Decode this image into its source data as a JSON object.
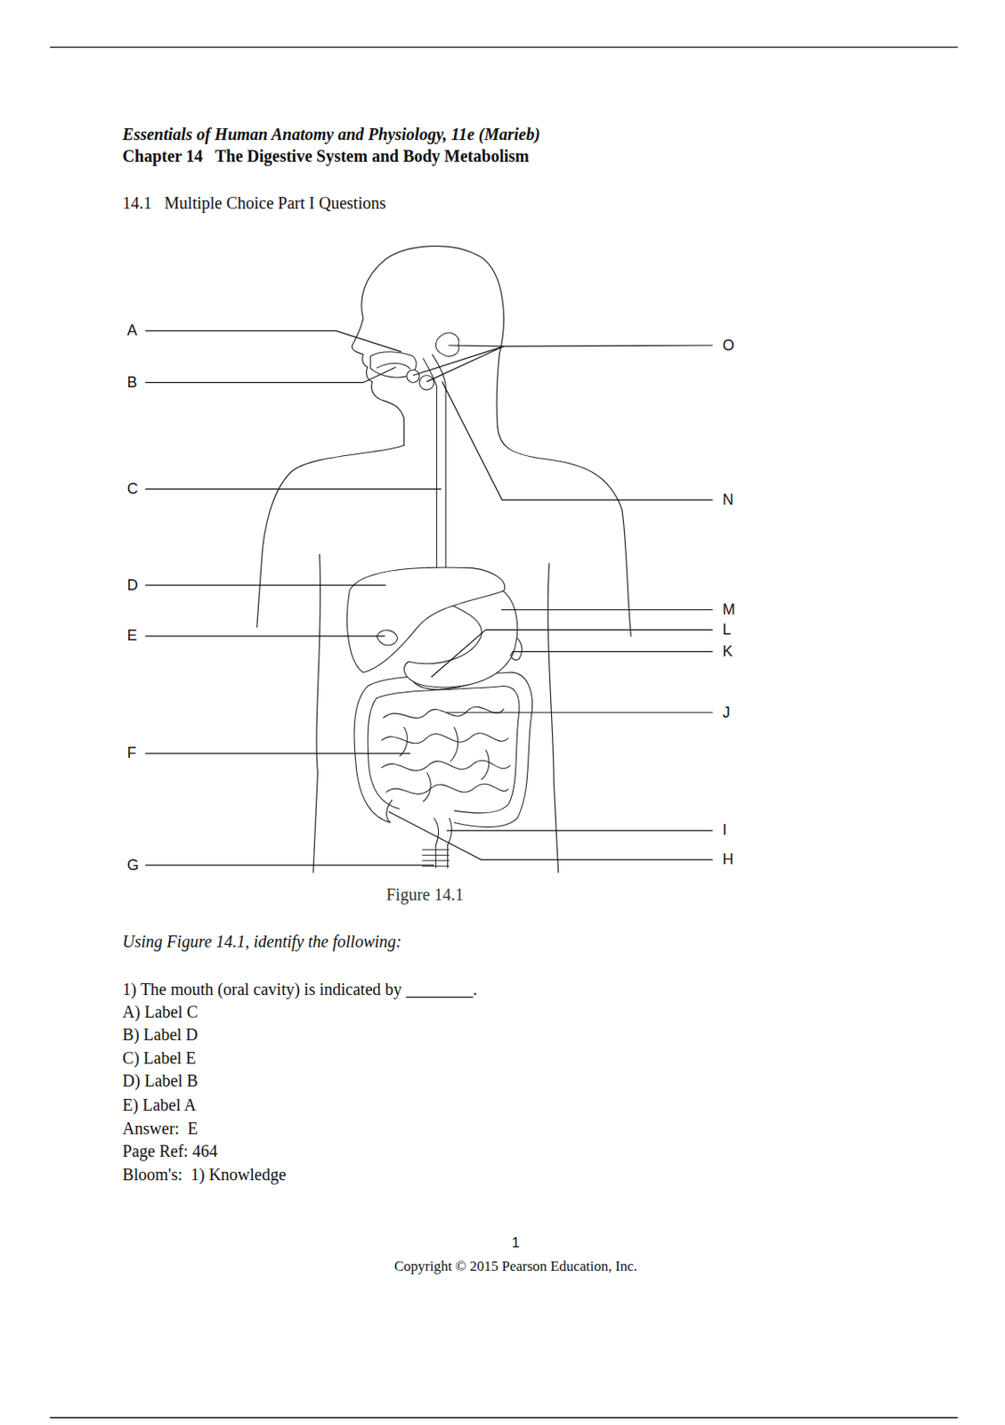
{
  "diagram": {
    "title": "Essentials of Human Anatomy and Physiology, 11e (Marieb)",
    "caption": "Figure 14.1",
    "labels": [
      "Chapter 14   The Digestive System and Body Metabolism",
      "14.1   Multiple Choice Part I Questions",
      "A",
      "B",
      "C",
      "D",
      "E",
      "F",
      "G",
      "O",
      "N",
      "M",
      "L",
      "K",
      "J",
      "I",
      "H",
      "Using Figure 14.1, identify the following:",
      "1) The mouth (oral cavity) is indicated by ________.",
      "A) Label C",
      "B) Label D",
      "C) Label E",
      "D) Label B",
      "E) Label A",
      "Answer:  E",
      "Page Ref: 464",
      "Bloom's:  1) Knowledge",
      "1",
      "Copyright © 2015 Pearson Education, Inc."
    ]
  }
}
